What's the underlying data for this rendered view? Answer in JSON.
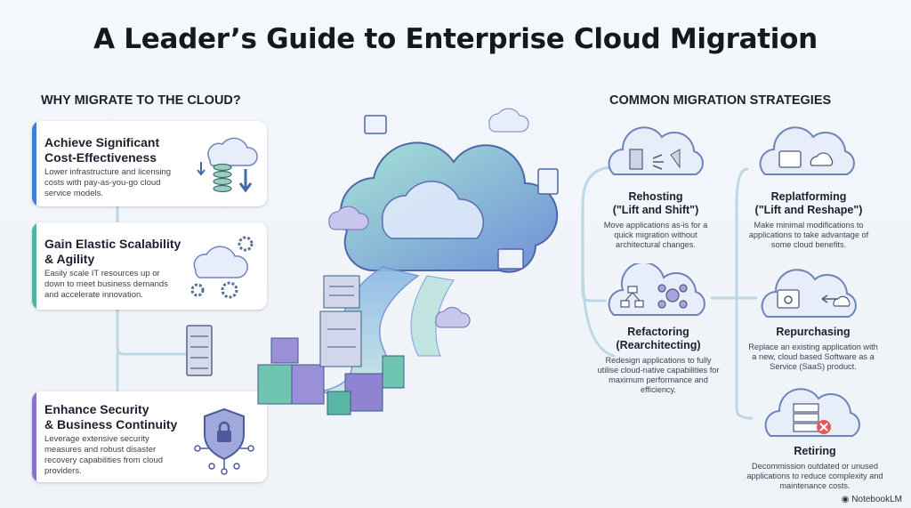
{
  "title": "A Leader’s Guide to Enterprise Cloud Migration",
  "left": {
    "heading": "WHY MIGRATE TO THE CLOUD?",
    "cards": [
      {
        "title_l1": "Achieve Significant",
        "title_l2": "Cost-Effectiveness",
        "body": "Lower infrastructure and licensing costs with pay-as-you-go cloud service models."
      },
      {
        "title_l1": "Gain Elastic Scalability",
        "title_l2": "& Agility",
        "body": "Easily scale IT resources up or down to meet business demands and accelerate innovation."
      },
      {
        "title_l1": "Enhance Security",
        "title_l2": "& Business Continuity",
        "body": "Leverage extensive security measures and robust disaster recovery capabilities from cloud providers."
      }
    ]
  },
  "right": {
    "heading": "COMMON MIGRATION STRATEGIES",
    "strategies": [
      {
        "title_l1": "Rehosting",
        "title_l2": "(\"Lift and Shift\")",
        "body": "Move applications as-is for a quick migration without architectural changes."
      },
      {
        "title_l1": "Replatforming",
        "title_l2": "(\"Lift and Reshape\")",
        "body": "Make minimal modifications to applications to take advantage of some cloud benefits."
      },
      {
        "title_l1": "Refactoring",
        "title_l2": "(Rearchitecting)",
        "body": "Redesign applications to fully utilise cloud-native capabilities for maximum performance and efficiency."
      },
      {
        "title_l1": "Repurchasing",
        "title_l2": "",
        "body": "Replace an existing application with a new, cloud based Software as a Service (SaaS) product."
      },
      {
        "title_l1": "Retiring",
        "title_l2": "",
        "body": "Decommission outdated or unused applications to reduce complexity and maintenance costs."
      }
    ]
  },
  "brand": "NotebookLM",
  "colors": {
    "accent_blue": "#3f7fd6",
    "accent_teal": "#4fb3a2",
    "accent_purple": "#8b72c9",
    "cloud_fill": "#e7eefa",
    "cloud_stroke": "#6f84b8"
  }
}
